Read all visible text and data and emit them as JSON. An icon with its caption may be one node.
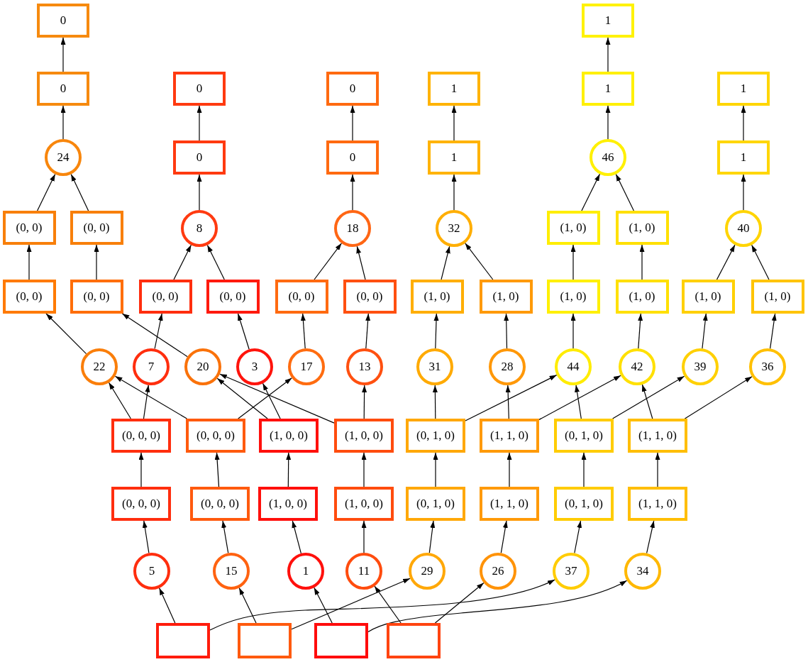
{
  "diagram": {
    "nodes": [
      {
        "text": [
          "0"
        ]
      },
      {
        "text": [
          "1"
        ]
      },
      {
        "text": [
          "0"
        ]
      },
      {
        "text": [
          "0"
        ]
      },
      {
        "text": [
          "0"
        ]
      },
      {
        "text": [
          "1"
        ]
      },
      {
        "text": [
          "1"
        ]
      },
      {
        "text": [
          "1"
        ]
      },
      {
        "text": [
          "24"
        ]
      },
      {
        "text": [
          "0"
        ]
      },
      {
        "text": [
          "0"
        ]
      },
      {
        "text": [
          "1"
        ]
      },
      {
        "text": [
          "46"
        ]
      },
      {
        "text": [
          "1"
        ]
      },
      {
        "text": [
          "(0, 0)"
        ]
      },
      {
        "text": [
          "(0, 0)"
        ]
      },
      {
        "text": [
          "8"
        ]
      },
      {
        "text": [
          "18"
        ]
      },
      {
        "text": [
          "32"
        ]
      },
      {
        "text": [
          "(1, 0)"
        ]
      },
      {
        "text": [
          "(1, 0)"
        ]
      },
      {
        "text": [
          "40"
        ]
      },
      {
        "text": [
          "(0, 0)"
        ]
      },
      {
        "text": [
          "(0, 0)"
        ]
      },
      {
        "text": [
          "(0, 0)"
        ]
      },
      {
        "text": [
          "(0, 0)"
        ]
      },
      {
        "text": [
          "(0, 0)"
        ]
      },
      {
        "text": [
          "(0, 0)"
        ]
      },
      {
        "text": [
          "(1, 0)"
        ]
      },
      {
        "text": [
          "(1, 0)"
        ]
      },
      {
        "text": [
          "(1, 0)"
        ]
      },
      {
        "text": [
          "(1, 0)"
        ]
      },
      {
        "text": [
          "(1, 0)"
        ]
      },
      {
        "text": [
          "(1, 0)"
        ]
      },
      {
        "text": [
          "22"
        ]
      },
      {
        "text": [
          "7"
        ]
      },
      {
        "text": [
          "20"
        ]
      },
      {
        "text": [
          "3"
        ]
      },
      {
        "text": [
          "17"
        ]
      },
      {
        "text": [
          "13"
        ]
      },
      {
        "text": [
          "31"
        ]
      },
      {
        "text": [
          "28"
        ]
      },
      {
        "text": [
          "44"
        ]
      },
      {
        "text": [
          "42"
        ]
      },
      {
        "text": [
          "39"
        ]
      },
      {
        "text": [
          "36"
        ]
      },
      {
        "text": [
          "(0, 0, 0)"
        ]
      },
      {
        "text": [
          "(0, 0, 0)"
        ]
      },
      {
        "text": [
          "(1, 0, 0)"
        ]
      },
      {
        "text": [
          "(1, 0, 0)"
        ]
      },
      {
        "text": [
          "(0, 1, 0)"
        ]
      },
      {
        "text": [
          "(1, 1, 0)"
        ]
      },
      {
        "text": [
          "(0, 1, 0)"
        ]
      },
      {
        "text": [
          "(1, 1, 0)"
        ]
      },
      {
        "text": [
          "(0, 0, 0)"
        ]
      },
      {
        "text": [
          "(0, 0, 0)"
        ]
      },
      {
        "text": [
          "(1, 0, 0)"
        ]
      },
      {
        "text": [
          "(1, 0, 0)"
        ]
      },
      {
        "text": [
          "(0, 1, 0)"
        ]
      },
      {
        "text": [
          "(1, 1, 0)"
        ]
      },
      {
        "text": [
          "(0, 1, 0)"
        ]
      },
      {
        "text": [
          "(1, 1, 0)"
        ]
      },
      {
        "text": [
          "5"
        ]
      },
      {
        "text": [
          "15"
        ]
      },
      {
        "text": [
          "1"
        ]
      },
      {
        "text": [
          "11"
        ]
      },
      {
        "text": [
          "29"
        ]
      },
      {
        "text": [
          "26"
        ]
      },
      {
        "text": [
          "37"
        ]
      },
      {
        "text": [
          "34"
        ]
      },
      {
        "text": [],
        "shape": "box"
      },
      {
        "text": [],
        "shape": "box"
      },
      {
        "text": [],
        "shape": "box"
      },
      {
        "text": [],
        "shape": "box"
      }
    ],
    "edges": [
      {
        "from": 70,
        "to": 62,
        "arrow": "to"
      },
      {
        "from": 70,
        "to": 68,
        "arrow": "to"
      },
      {
        "from": 71,
        "to": 63,
        "arrow": "to"
      },
      {
        "from": 71,
        "to": 66,
        "arrow": "to"
      },
      {
        "from": 72,
        "to": 64,
        "arrow": "to"
      },
      {
        "from": 72,
        "to": 69,
        "arrow": "to"
      },
      {
        "from": 73,
        "to": 65,
        "arrow": "to"
      },
      {
        "from": 73,
        "to": 67,
        "arrow": "to"
      },
      {
        "from": 62,
        "to": 54,
        "arrow": "to"
      },
      {
        "from": 63,
        "to": 55,
        "arrow": "to"
      },
      {
        "from": 64,
        "to": 56,
        "arrow": "to"
      },
      {
        "from": 65,
        "to": 57,
        "arrow": "to"
      },
      {
        "from": 66,
        "to": 58,
        "arrow": "to"
      },
      {
        "from": 67,
        "to": 59,
        "arrow": "to"
      },
      {
        "from": 68,
        "to": 60,
        "arrow": "to"
      },
      {
        "from": 69,
        "to": 61,
        "arrow": "to"
      },
      {
        "from": 54,
        "to": 46,
        "arrow": "to"
      },
      {
        "from": 55,
        "to": 47,
        "arrow": "to"
      },
      {
        "from": 56,
        "to": 48,
        "arrow": "to"
      },
      {
        "from": 57,
        "to": 49,
        "arrow": "to"
      },
      {
        "from": 58,
        "to": 50,
        "arrow": "to"
      },
      {
        "from": 59,
        "to": 51,
        "arrow": "to"
      },
      {
        "from": 60,
        "to": 52,
        "arrow": "to"
      },
      {
        "from": 61,
        "to": 53,
        "arrow": "to"
      },
      {
        "from": 46,
        "to": 34,
        "arrow": "to"
      },
      {
        "from": 46,
        "to": 35,
        "arrow": "to"
      },
      {
        "from": 47,
        "to": 34,
        "arrow": "to"
      },
      {
        "from": 47,
        "to": 38,
        "arrow": "to"
      },
      {
        "from": 48,
        "to": 36,
        "arrow": "to"
      },
      {
        "from": 48,
        "to": 37,
        "arrow": "to"
      },
      {
        "from": 49,
        "to": 36,
        "arrow": "to"
      },
      {
        "from": 49,
        "to": 39,
        "arrow": "to"
      },
      {
        "from": 50,
        "to": 40,
        "arrow": "to"
      },
      {
        "from": 50,
        "to": 42,
        "arrow": "to"
      },
      {
        "from": 51,
        "to": 41,
        "arrow": "to"
      },
      {
        "from": 51,
        "to": 43,
        "arrow": "to"
      },
      {
        "from": 52,
        "to": 42,
        "arrow": "to"
      },
      {
        "from": 52,
        "to": 44,
        "arrow": "to"
      },
      {
        "from": 53,
        "to": 43,
        "arrow": "to"
      },
      {
        "from": 53,
        "to": 45,
        "arrow": "to"
      },
      {
        "from": 34,
        "to": 22,
        "arrow": "to"
      },
      {
        "from": 36,
        "to": 23,
        "arrow": "to"
      },
      {
        "from": 35,
        "to": 24,
        "arrow": "to"
      },
      {
        "from": 37,
        "to": 25,
        "arrow": "to"
      },
      {
        "from": 38,
        "to": 26,
        "arrow": "to"
      },
      {
        "from": 39,
        "to": 27,
        "arrow": "to"
      },
      {
        "from": 40,
        "to": 28,
        "arrow": "to"
      },
      {
        "from": 41,
        "to": 29,
        "arrow": "to"
      },
      {
        "from": 42,
        "to": 30,
        "arrow": "to"
      },
      {
        "from": 43,
        "to": 31,
        "arrow": "to"
      },
      {
        "from": 44,
        "to": 32,
        "arrow": "to"
      },
      {
        "from": 45,
        "to": 33,
        "arrow": "to"
      },
      {
        "from": 22,
        "to": 14,
        "arrow": "to"
      },
      {
        "from": 23,
        "to": 15,
        "arrow": "to"
      },
      {
        "from": 24,
        "to": 16,
        "arrow": "to"
      },
      {
        "from": 25,
        "to": 16,
        "arrow": "to"
      },
      {
        "from": 26,
        "to": 17,
        "arrow": "to"
      },
      {
        "from": 27,
        "to": 17,
        "arrow": "to"
      },
      {
        "from": 28,
        "to": 18,
        "arrow": "to"
      },
      {
        "from": 29,
        "to": 18,
        "arrow": "to"
      },
      {
        "from": 30,
        "to": 19,
        "arrow": "to"
      },
      {
        "from": 31,
        "to": 20,
        "arrow": "to"
      },
      {
        "from": 32,
        "to": 21,
        "arrow": "to"
      },
      {
        "from": 33,
        "to": 21,
        "arrow": "to"
      },
      {
        "from": 14,
        "to": 8,
        "arrow": "to"
      },
      {
        "from": 15,
        "to": 8,
        "arrow": "to"
      },
      {
        "from": 16,
        "to": 9,
        "arrow": "to"
      },
      {
        "from": 17,
        "to": 10,
        "arrow": "to"
      },
      {
        "from": 18,
        "to": 11,
        "arrow": "to"
      },
      {
        "from": 19,
        "to": 12,
        "arrow": "to"
      },
      {
        "from": 20,
        "to": 12,
        "arrow": "to"
      },
      {
        "from": 21,
        "to": 13,
        "arrow": "to"
      },
      {
        "from": 8,
        "to": 2,
        "arrow": "to"
      },
      {
        "from": 9,
        "to": 3,
        "arrow": "to"
      },
      {
        "from": 10,
        "to": 4,
        "arrow": "to"
      },
      {
        "from": 11,
        "to": 5,
        "arrow": "to"
      },
      {
        "from": 12,
        "to": 6,
        "arrow": "to"
      },
      {
        "from": 13,
        "to": 7,
        "arrow": "to"
      },
      {
        "from": 2,
        "to": 0,
        "arrow": "to"
      },
      {
        "from": 6,
        "to": 1,
        "arrow": "to"
      }
    ]
  }
}
